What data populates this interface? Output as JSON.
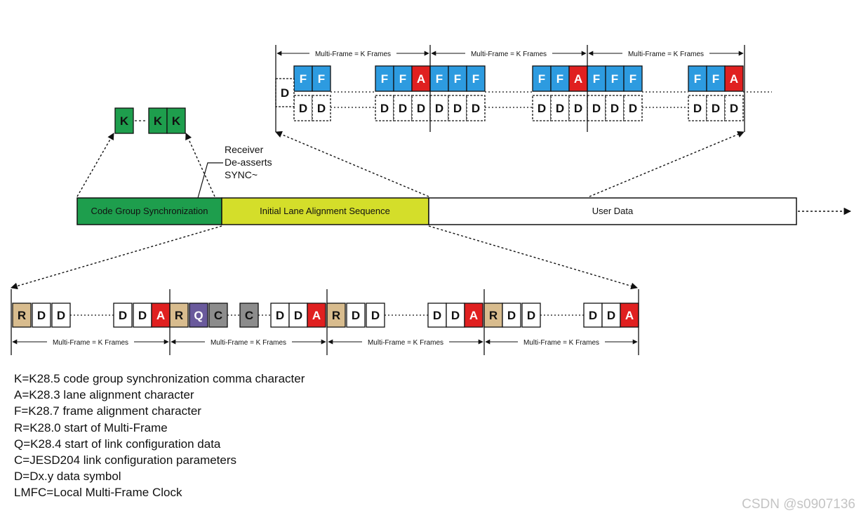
{
  "colors": {
    "k": "#1e9e4d",
    "f": "#2d9be0",
    "a": "#e02020",
    "r": "#d8bc8e",
    "q": "#6a5a9c",
    "c": "#8c8c8c",
    "cgs": "#1e9e4d",
    "ilas": "#d4de2a",
    "user": "#ffffff",
    "line": "#111111"
  },
  "phases": {
    "cgs": "Code Group Synchronization",
    "ilas": "Initial Lane Alignment Sequence",
    "user": "User Data"
  },
  "receiver_note": [
    "Receiver",
    "De-asserts",
    "SYNC~"
  ],
  "multiframe_label": "Multi-Frame = K Frames",
  "sync_chars": [
    "K",
    "K",
    "K"
  ],
  "user_frames": {
    "top_row": [
      "F",
      "F",
      "F",
      "F",
      "A",
      "F",
      "F",
      "F",
      "F",
      "F",
      "A",
      "F",
      "F",
      "F",
      "F",
      "F",
      "A"
    ],
    "side_label": "D",
    "bottom_row": [
      "D",
      "D",
      "D",
      "D",
      "D",
      "D",
      "D",
      "D",
      "D",
      "D",
      "D",
      "D",
      "D",
      "D",
      "D",
      "D",
      "D"
    ]
  },
  "ilas_chars": [
    "R",
    "D",
    "D",
    "D",
    "D",
    "A",
    "R",
    "Q",
    "C",
    "C",
    "D",
    "D",
    "A",
    "R",
    "D",
    "D",
    "D",
    "D",
    "A",
    "R",
    "D",
    "D",
    "D",
    "D",
    "A"
  ],
  "legend": [
    "K=K28.5 code group synchronization comma character",
    "A=K28.3 lane alignment character",
    "F=K28.7 frame alignment character",
    "R=K28.0 start of Multi-Frame",
    "Q=K28.4 start of link configuration data",
    "C=JESD204 link configuration parameters",
    "D=Dx.y data symbol",
    "LMFC=Local Multi-Frame Clock"
  ],
  "watermark": "CSDN @s0907136"
}
